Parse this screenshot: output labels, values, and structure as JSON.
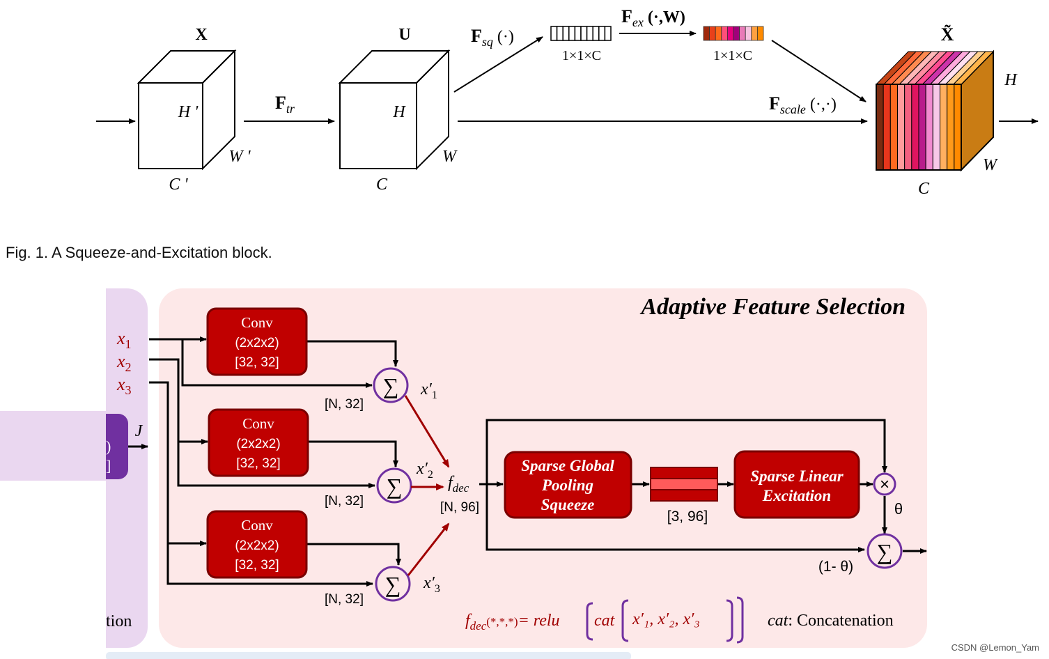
{
  "fig1": {
    "input_label": "X",
    "h_prime": "H '",
    "w_prime": "W '",
    "c_prime": "C '",
    "f_tr_main": "F",
    "f_tr_sub": "tr",
    "u_label": "U",
    "u_h": "H",
    "u_w": "W",
    "u_c": "C",
    "f_sq_main": "F",
    "f_sq_sub": "sq",
    "f_sq_args": " (·)",
    "vec_dim_1": "1×1×C",
    "f_ex_main": "F",
    "f_ex_sub": "ex",
    "f_ex_args": " (·,W)",
    "vec_dim_2": "1×1×C",
    "f_scale_main": "F",
    "f_scale_sub": "scale",
    "f_scale_args": " (·,·)",
    "out_label": "X̃",
    "out_h": "H",
    "out_w": "W",
    "out_c": "C",
    "colored_vector": [
      "#a0280b",
      "#e8401a",
      "#ff6a1a",
      "#ff4f7a",
      "#e6007e",
      "#a0007a",
      "#e97ab8",
      "#f6c3e0",
      "#ffa040",
      "#ff8a00"
    ],
    "cube_front_colors": [
      "#7a2b10",
      "#e8361c",
      "#ff6a20",
      "#ff9c9c",
      "#f26080",
      "#e01560",
      "#b81c8c",
      "#f28bd0",
      "#f8c8e8",
      "#ffb060",
      "#ff9a1a",
      "#ff8a00"
    ],
    "cube_top_colors": [
      "#c84618",
      "#ff6a3a",
      "#ff8a50",
      "#ffb8b8",
      "#ff8aa0",
      "#ff4a90",
      "#cc33aa",
      "#ffaadd",
      "#ffe0f0",
      "#ffd090",
      "#ffb44a"
    ],
    "cube_side_color": "#c97c14",
    "caption": "Fig. 1. A Squeeze-and-Excitation block."
  },
  "fig2": {
    "title": "Adaptive Feature Selection",
    "inputs": [
      "x",
      "x",
      "x"
    ],
    "input_subs": [
      "1",
      "2",
      "3"
    ],
    "convs": [
      {
        "line1": "Conv",
        "line2": "(2x2x2)",
        "line3": "[32, 32]"
      },
      {
        "line1": "Conv",
        "line2": "(2x2x2)",
        "line3": "[32, 32]"
      },
      {
        "line1": "Conv",
        "line2": "(2x2x2)",
        "line3": "[32, 32]"
      }
    ],
    "sum_symbol": "∑",
    "shape_labels": [
      "[N, 32]",
      "[N, 32]",
      "[N, 32]"
    ],
    "x_primes": [
      "x′",
      "x′",
      "x′"
    ],
    "x_prime_subs": [
      "1",
      "2",
      "3"
    ],
    "f_dec": "f",
    "f_dec_sub": "dec",
    "f_dec_shape": "[N, 96]",
    "pool_box": [
      "Sparse Global",
      "Pooling",
      "Squeeze"
    ],
    "excite_box": [
      "Sparse Linear",
      "Excitation"
    ],
    "mid_shape": "[3, 96]",
    "mult_symbol": "×",
    "theta": "θ",
    "one_minus_theta": "(1- θ)",
    "left_j": "J",
    "left_partial_1": ")",
    "left_partial_2": "]",
    "left_partial_text": "tion",
    "formula_f": "f",
    "formula_sub": "dec",
    "formula_args": "(*,*,*)",
    "formula_eq": "= relu",
    "formula_cat": "cat",
    "formula_inner": "x′₁, x′₂, x′₃",
    "legend_cat": "cat",
    "legend_text": ": Concatenation",
    "colors": {
      "panel_bg": "#fde8e8",
      "left_panel_bg": "#ead7f0",
      "box_red": "#c00000",
      "box_border": "#7a0000",
      "arrow_red": "#a00000",
      "label_red": "#a00000",
      "purple": "#7030a0"
    }
  },
  "watermark": "CSDN @Lemon_Yam"
}
